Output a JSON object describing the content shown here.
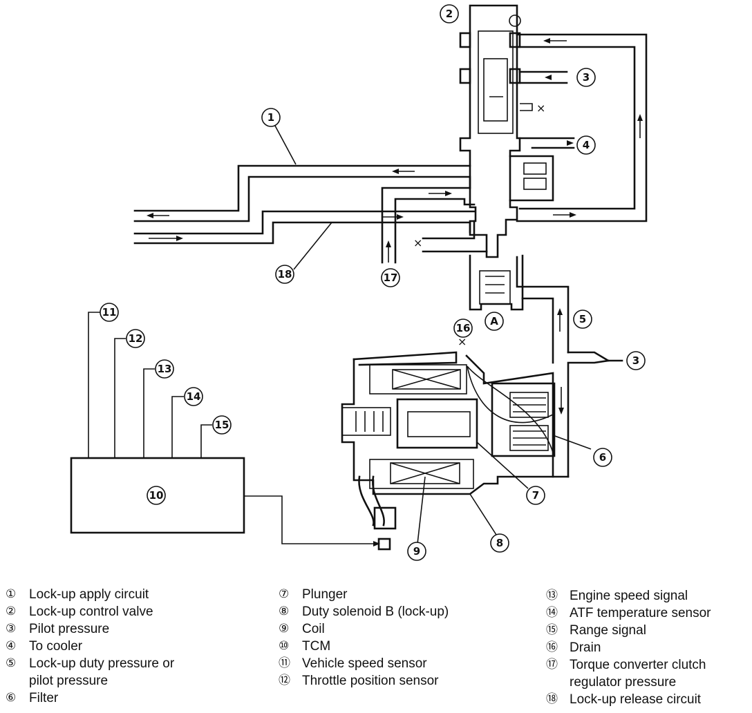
{
  "callouts": {
    "c1": "1",
    "c2": "2",
    "c3a": "3",
    "c3b": "3",
    "c4": "4",
    "c5": "5",
    "c6": "6",
    "c7": "7",
    "c8": "8",
    "c9": "9",
    "c10": "10",
    "c11": "11",
    "c12": "12",
    "c13": "13",
    "c14": "14",
    "c15": "15",
    "c16": "16",
    "c17": "17",
    "c18": "18",
    "cA": "A"
  },
  "legend": {
    "col1": [
      {
        "num": "①",
        "text": "Lock-up apply circuit"
      },
      {
        "num": "②",
        "text": "Lock-up control valve"
      },
      {
        "num": "③",
        "text": "Pilot pressure"
      },
      {
        "num": "④",
        "text": "To cooler"
      },
      {
        "num": "⑤",
        "text": "Lock-up duty pressure or"
      },
      {
        "num": "",
        "text": "pilot pressure"
      },
      {
        "num": "⑥",
        "text": "Filter"
      }
    ],
    "col2": [
      {
        "num": "⑦",
        "text": "Plunger"
      },
      {
        "num": "⑧",
        "text": "Duty solenoid B (lock-up)"
      },
      {
        "num": "⑨",
        "text": "Coil"
      },
      {
        "num": "⑩",
        "text": "TCM"
      },
      {
        "num": "⑪",
        "text": "Vehicle speed sensor"
      },
      {
        "num": "⑫",
        "text": "Throttle position sensor"
      }
    ],
    "col3": [
      {
        "num": "⑬",
        "text": "Engine speed signal"
      },
      {
        "num": "⑭",
        "text": "ATF temperature sensor"
      },
      {
        "num": "⑮",
        "text": "Range signal"
      },
      {
        "num": "⑯",
        "text": "Drain"
      },
      {
        "num": "⑰",
        "text": "Torque converter clutch"
      },
      {
        "num": "",
        "text": "regulator pressure"
      },
      {
        "num": "⑱",
        "text": "Lock-up release circuit"
      }
    ]
  }
}
